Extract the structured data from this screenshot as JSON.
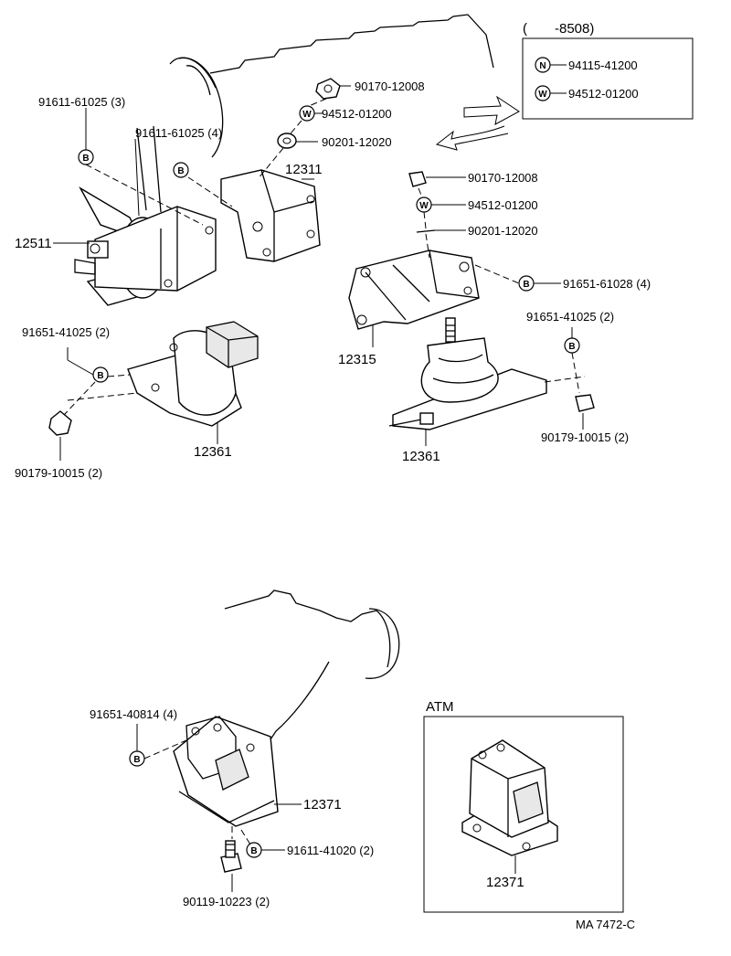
{
  "legend": {
    "range": "(　　-8508)",
    "entries": [
      {
        "symbol": "N",
        "part": "94115-41200"
      },
      {
        "symbol": "W",
        "part": "94512-01200"
      }
    ]
  },
  "symbols": {
    "bolt": "B",
    "washer": "W",
    "nut": "N"
  },
  "labels": {
    "l_91611_61025_3": "91611-61025 (3)",
    "l_91611_61025_4": "91611-61025 (4)",
    "l_90170_12008_a": "90170-12008",
    "l_94512_01200_a": "94512-01200",
    "l_90201_12020_a": "90201-12020",
    "l_12311": "12311",
    "l_12511": "12511",
    "l_91651_41025_left": "91651-41025 (2)",
    "l_12361_left": "12361",
    "l_90179_10015_left": "90179-10015 (2)",
    "l_90170_12008_b": "90170-12008",
    "l_94512_01200_b": "94512-01200",
    "l_90201_12020_b": "90201-12020",
    "l_91651_61028": "91651-61028 (4)",
    "l_91651_41025_right": "91651-41025 (2)",
    "l_12315": "12315",
    "l_12361_right": "12361",
    "l_90179_10015_right": "90179-10015 (2)",
    "l_91651_40814": "91651-40814 (4)",
    "l_12371": "12371",
    "l_91611_41020": "91611-41020 (2)",
    "l_90119_10223": "90119-10223 (2)",
    "l_12371_atm": "12371"
  },
  "atm_box": {
    "title": "ATM"
  },
  "footer": {
    "code": "MA 7472-C"
  }
}
